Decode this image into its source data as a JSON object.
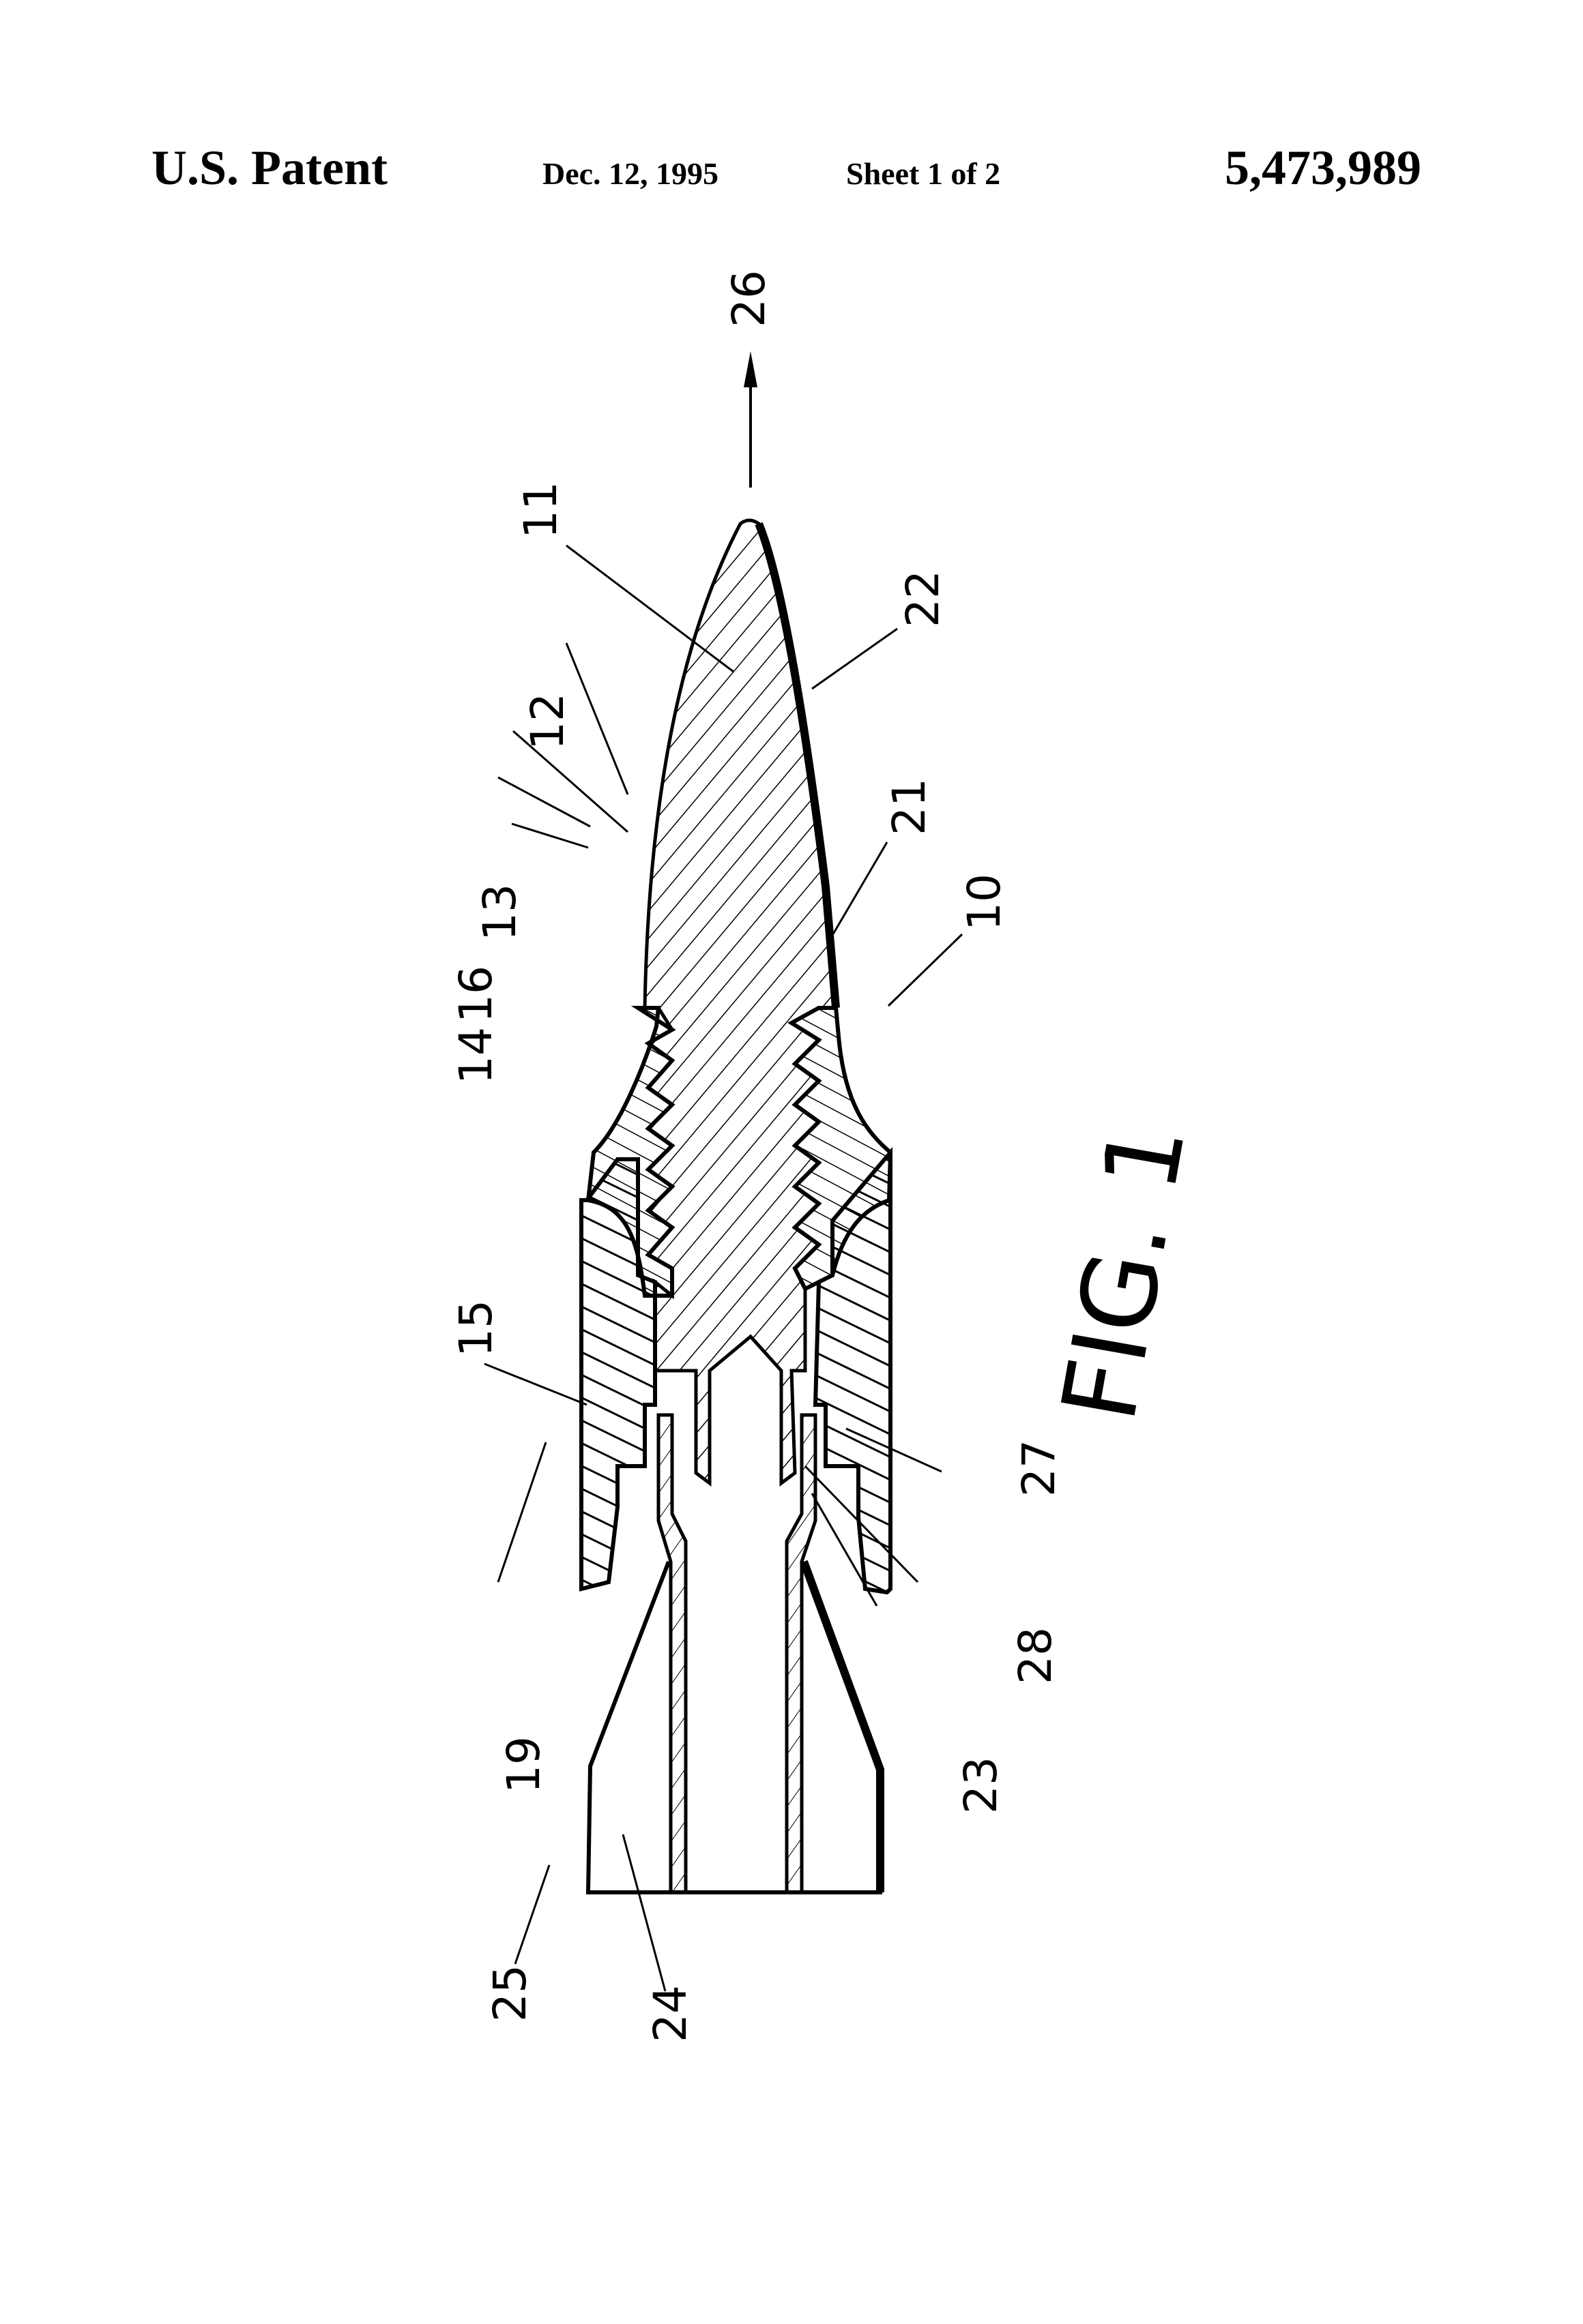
{
  "header": {
    "title": "U.S. Patent",
    "date": "Dec. 12, 1995",
    "sheet": "Sheet 1 of 2",
    "patent_number": "5,473,989"
  },
  "figure": {
    "caption": "FIG. 1",
    "direction_label": "26",
    "reference_numerals": {
      "n10": "10",
      "n11": "11",
      "n12": "12",
      "n13": "13",
      "n14": "14",
      "n15": "15",
      "n16": "16",
      "n19": "19",
      "n21": "21",
      "n22": "22",
      "n23": "23",
      "n24": "24",
      "n25": "25",
      "n26": "26",
      "n27": "27",
      "n28": "28"
    }
  },
  "colors": {
    "ink": "#000000",
    "paper": "#ffffff"
  }
}
